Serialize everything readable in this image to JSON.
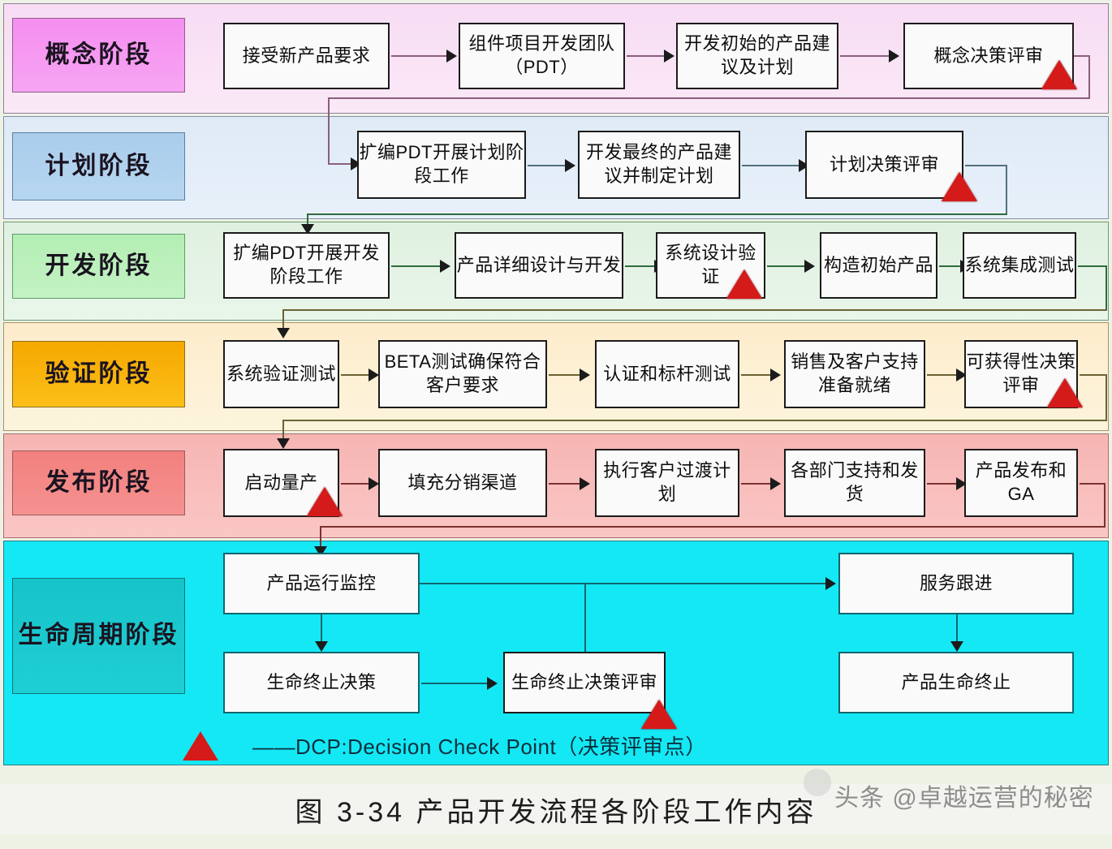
{
  "figure": {
    "caption": "图 3-34 产品开发流程各阶段工作内容",
    "watermark": "头条 @卓越运营的秘密"
  },
  "legend": {
    "dcp_icon": "red-triangle",
    "text": "——DCP:Decision Check Point（决策评审点）"
  },
  "colors": {
    "concept_band": "#f7dcf3",
    "concept_chip": "#f58ef0",
    "plan_band": "#dfeaf6",
    "plan_chip": "#a9cdec",
    "develop_band": "#dff0e0",
    "develop_chip": "#b4eeb4",
    "verify_band": "#fdeccb",
    "verify_chip": "#f5a800",
    "release_band": "#f6b5b3",
    "release_chip": "#f2807e",
    "lifecycle_band": "#14e8f5",
    "lifecycle_chip": "#16c3c9",
    "dcp_marker": "#d51a1a",
    "node_fill": "#fafafa",
    "node_border": "#1b1b1b"
  },
  "stages": [
    {
      "id": "concept",
      "label": "概念阶段"
    },
    {
      "id": "plan",
      "label": "计划阶段"
    },
    {
      "id": "develop",
      "label": "开发阶段"
    },
    {
      "id": "verify",
      "label": "验证阶段"
    },
    {
      "id": "release",
      "label": "发布阶段"
    },
    {
      "id": "lifecycle",
      "label": "生命周期阶段"
    }
  ],
  "nodes": {
    "concept": [
      {
        "label": "接受新产品要求",
        "dcp": false
      },
      {
        "label": "组件项目开发团队（PDT）",
        "dcp": false
      },
      {
        "label": "开发初始的产品建议及计划",
        "dcp": false
      },
      {
        "label": "概念决策评审",
        "dcp": true
      }
    ],
    "plan": [
      {
        "label": "扩编PDT开展计划阶段工作",
        "dcp": false
      },
      {
        "label": "开发最终的产品建议并制定计划",
        "dcp": false
      },
      {
        "label": "计划决策评审",
        "dcp": true
      }
    ],
    "develop": [
      {
        "label": "扩编PDT开展开发阶段工作",
        "dcp": false
      },
      {
        "label": "产品详细设计与开发",
        "dcp": false
      },
      {
        "label": "系统设计验证",
        "dcp": true
      },
      {
        "label": "构造初始产品",
        "dcp": false
      },
      {
        "label": "系统集成测试",
        "dcp": false
      }
    ],
    "verify": [
      {
        "label": "系统验证测试",
        "dcp": false
      },
      {
        "label": "BETA测试确保符合客户要求",
        "dcp": false
      },
      {
        "label": "认证和标杆测试",
        "dcp": false
      },
      {
        "label": "销售及客户支持准备就绪",
        "dcp": false
      },
      {
        "label": "可获得性决策评审",
        "dcp": true
      }
    ],
    "release": [
      {
        "label": "启动量产",
        "dcp": true
      },
      {
        "label": "填充分销渠道",
        "dcp": false
      },
      {
        "label": "执行客户过渡计划",
        "dcp": false
      },
      {
        "label": "各部门支持和发货",
        "dcp": false
      },
      {
        "label": "产品发布和GA",
        "dcp": false
      }
    ],
    "lifecycle": [
      {
        "label": "产品运行监控",
        "dcp": false
      },
      {
        "label": "服务跟进",
        "dcp": false
      },
      {
        "label": "生命终止决策",
        "dcp": false
      },
      {
        "label": "生命终止决策评审",
        "dcp": true
      },
      {
        "label": "产品生命终止",
        "dcp": false
      }
    ]
  }
}
